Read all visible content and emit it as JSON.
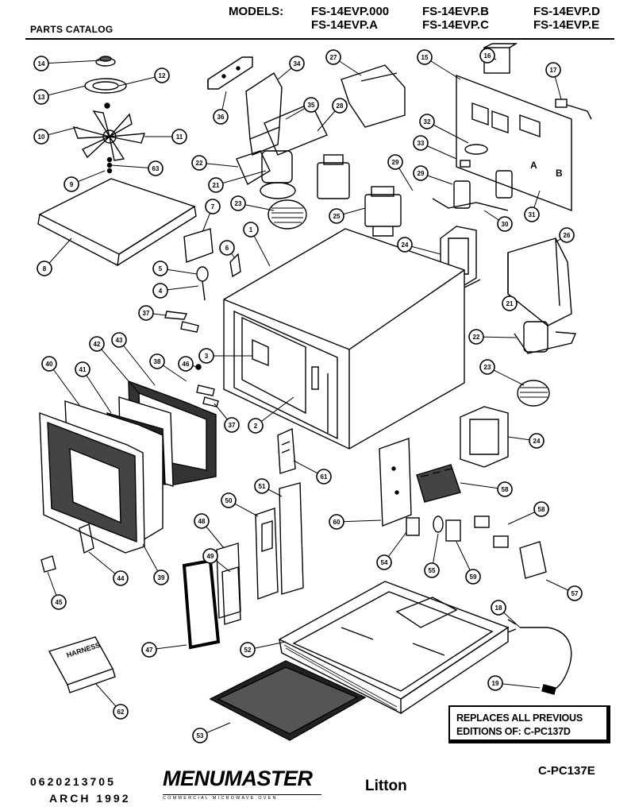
{
  "header": {
    "catalog_label": "PARTS CATALOG",
    "models_label": "MODELS:",
    "models_row1": [
      "FS-14EVP.000",
      "FS-14EVP.B",
      "FS-14EVP.D"
    ],
    "models_row2": [
      "FS-14EVP.A",
      "FS-14EVP.C",
      "FS-14EVP.E"
    ]
  },
  "callouts": [
    {
      "id": "c14",
      "label": "14"
    },
    {
      "id": "c12",
      "label": "12"
    },
    {
      "id": "c13",
      "label": "13"
    },
    {
      "id": "c10",
      "label": "10"
    },
    {
      "id": "c11",
      "label": "11"
    },
    {
      "id": "c63",
      "label": "63"
    },
    {
      "id": "c9",
      "label": "9"
    },
    {
      "id": "c8",
      "label": "8"
    },
    {
      "id": "c36",
      "label": "36"
    },
    {
      "id": "c34",
      "label": "34"
    },
    {
      "id": "c35",
      "label": "35"
    },
    {
      "id": "c28",
      "label": "28"
    },
    {
      "id": "c27",
      "label": "27"
    },
    {
      "id": "c15",
      "label": "15"
    },
    {
      "id": "c16",
      "label": "16"
    },
    {
      "id": "c17",
      "label": "17"
    },
    {
      "id": "c32",
      "label": "32"
    },
    {
      "id": "c33",
      "label": "33"
    },
    {
      "id": "c22a",
      "label": "22"
    },
    {
      "id": "c21a",
      "label": "21"
    },
    {
      "id": "c23a",
      "label": "23"
    },
    {
      "id": "c29a",
      "label": "29"
    },
    {
      "id": "c29b",
      "label": "29"
    },
    {
      "id": "c25",
      "label": "25"
    },
    {
      "id": "c30",
      "label": "30"
    },
    {
      "id": "c31",
      "label": "31"
    },
    {
      "id": "c7",
      "label": "7"
    },
    {
      "id": "c1",
      "label": "1"
    },
    {
      "id": "c6",
      "label": "6"
    },
    {
      "id": "c24a",
      "label": "24"
    },
    {
      "id": "c26",
      "label": "26"
    },
    {
      "id": "c5",
      "label": "5"
    },
    {
      "id": "c4",
      "label": "4"
    },
    {
      "id": "c21b",
      "label": "21"
    },
    {
      "id": "c37a",
      "label": "37"
    },
    {
      "id": "c22b",
      "label": "22"
    },
    {
      "id": "c3",
      "label": "3"
    },
    {
      "id": "c46",
      "label": "46"
    },
    {
      "id": "c38",
      "label": "38"
    },
    {
      "id": "c42",
      "label": "42"
    },
    {
      "id": "c43",
      "label": "43"
    },
    {
      "id": "c40",
      "label": "40"
    },
    {
      "id": "c41",
      "label": "41"
    },
    {
      "id": "c23b",
      "label": "23"
    },
    {
      "id": "c37b",
      "label": "37"
    },
    {
      "id": "c2",
      "label": "2"
    },
    {
      "id": "c24b",
      "label": "24"
    },
    {
      "id": "c61",
      "label": "61"
    },
    {
      "id": "c58a",
      "label": "58"
    },
    {
      "id": "c51",
      "label": "51"
    },
    {
      "id": "c50",
      "label": "50"
    },
    {
      "id": "c60",
      "label": "60"
    },
    {
      "id": "c58b",
      "label": "58"
    },
    {
      "id": "c48",
      "label": "48"
    },
    {
      "id": "c44",
      "label": "44"
    },
    {
      "id": "c39",
      "label": "39"
    },
    {
      "id": "c49",
      "label": "49"
    },
    {
      "id": "c54",
      "label": "54"
    },
    {
      "id": "c55",
      "label": "55"
    },
    {
      "id": "c59",
      "label": "59"
    },
    {
      "id": "c57",
      "label": "57"
    },
    {
      "id": "c45",
      "label": "45"
    },
    {
      "id": "c18",
      "label": "18"
    },
    {
      "id": "c47",
      "label": "47"
    },
    {
      "id": "c52",
      "label": "52"
    },
    {
      "id": "c62",
      "label": "62"
    },
    {
      "id": "c19",
      "label": "19"
    },
    {
      "id": "c53",
      "label": "53"
    }
  ],
  "letters": {
    "a": "A",
    "b": "B"
  },
  "kit_label": "HARNESS",
  "replaces": {
    "line1": "REPLACES ALL PREVIOUS",
    "line2": "EDITIONS OF:  C-PC137D"
  },
  "footer": {
    "part_number": "0620213705",
    "date": "ARCH 1992",
    "brand": "MENUMASTER",
    "brand_sub": "COMMERCIAL MICROWAVE OVEN",
    "litton": "Litton",
    "doc_number": "C-PC137E"
  }
}
